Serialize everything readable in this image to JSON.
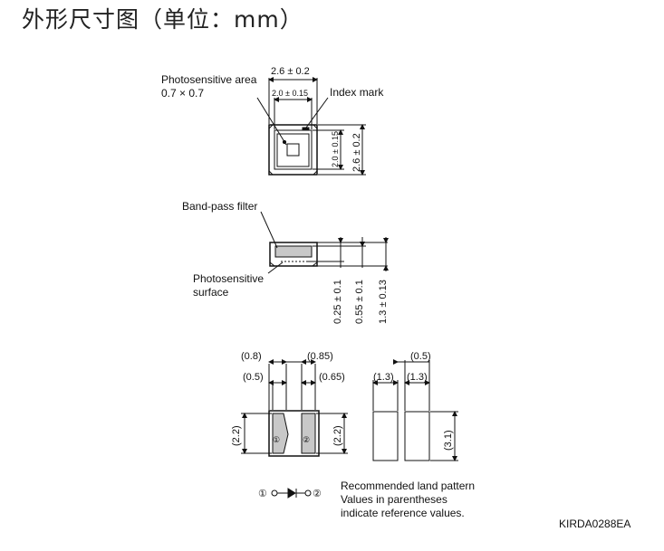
{
  "heading": "外形尺寸图（单位：mm）",
  "top_view": {
    "label_area": "Photosensitive area",
    "label_area_size": "0.7 × 0.7",
    "dim_outer_w": "2.6 ± 0.2",
    "dim_inner_w": "2.0 ± 0.15",
    "label_index": "Index mark",
    "dim_inner_h": "2.0 ± 0.15",
    "dim_outer_h": "2.6 ± 0.2"
  },
  "side_view": {
    "label_filter": "Band-pass filter",
    "label_surface_1": "Photosensitive",
    "label_surface_2": "surface",
    "dim_a": "0.25 ± 0.1",
    "dim_b": "0.55 ± 0.1",
    "dim_c": "1.3 ± 0.13"
  },
  "bottom_view": {
    "d_08": "(0.8)",
    "d_085": "(0.85)",
    "d_05": "(0.5)",
    "d_065": "(0.65)",
    "d_22_left": "(2.2)",
    "d_22_right": "(2.2)",
    "pin1": "①",
    "pin2": "②"
  },
  "land_pattern": {
    "d_05": "(0.5)",
    "d_13a": "(1.3)",
    "d_13b": "(1.3)",
    "d_31": "(3.1)"
  },
  "legend": {
    "p1": "①",
    "p2": "②"
  },
  "notes": {
    "line1": "Recommended land pattern",
    "line2": "Values in parentheses",
    "line3": "indicate reference values."
  },
  "doc_code": "KIRDA0288EA"
}
